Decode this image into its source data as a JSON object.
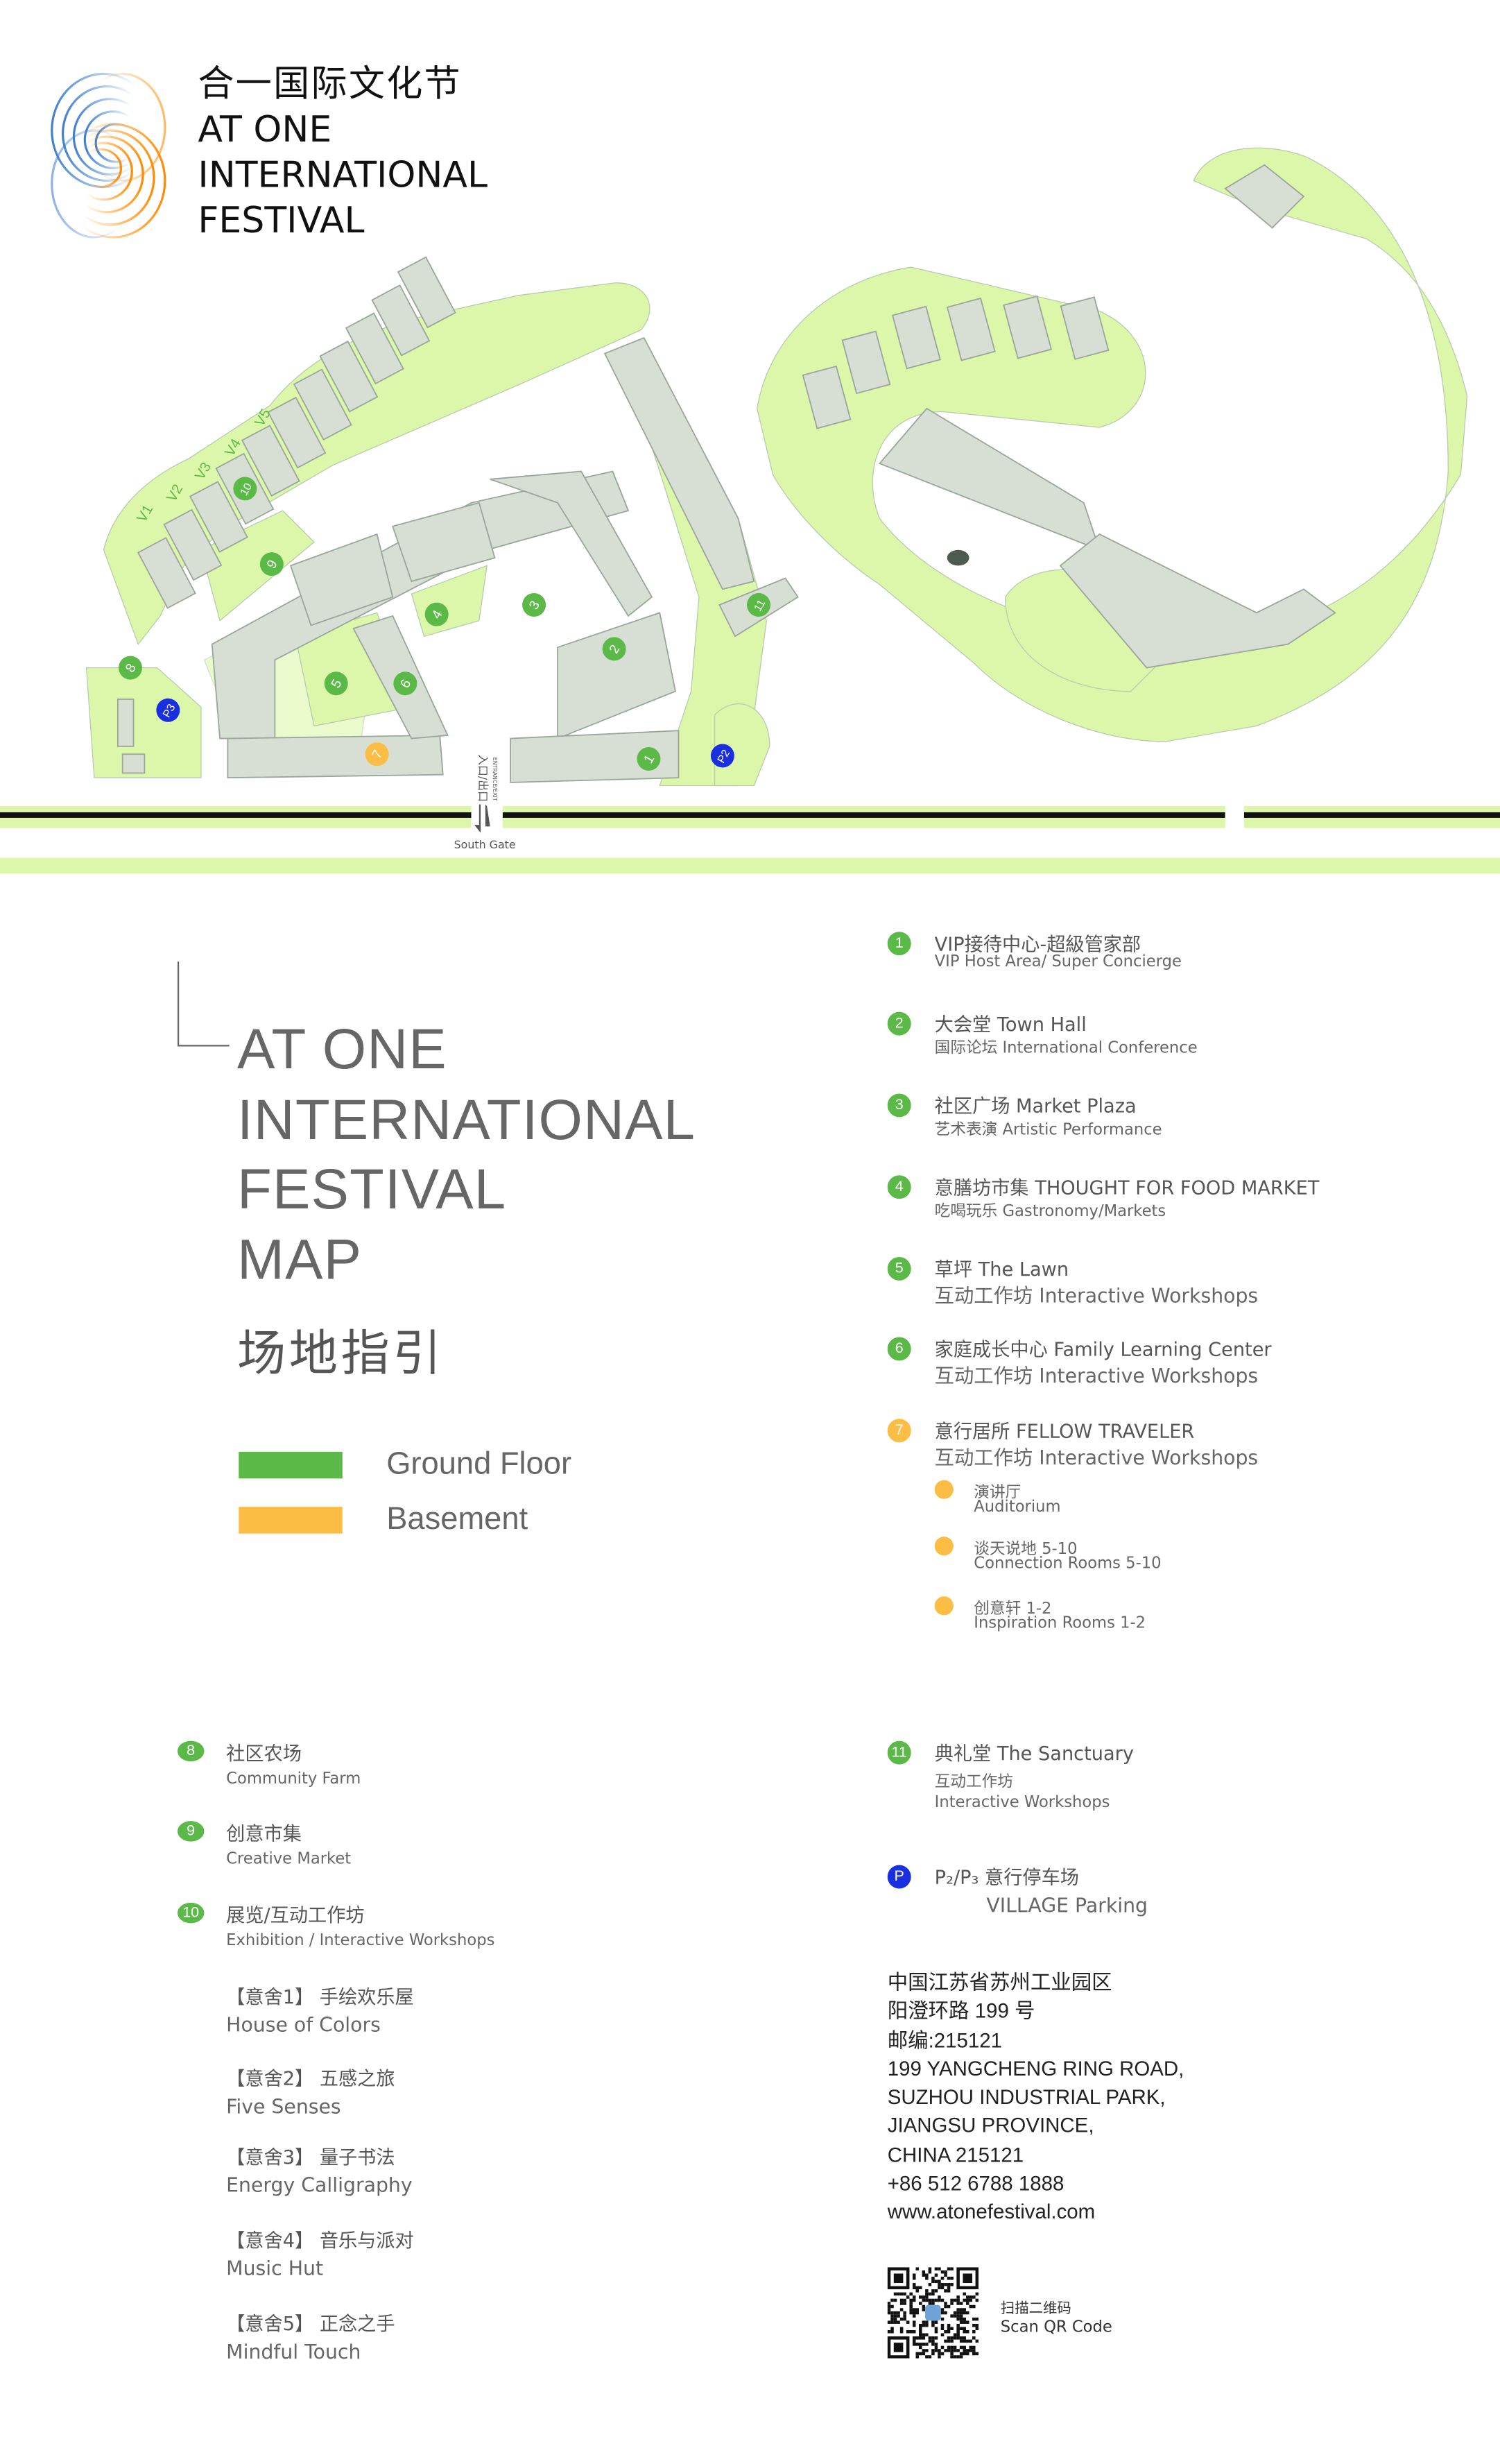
{
  "logo": {
    "cn": "合一国际文化节",
    "lines": [
      "AT ONE",
      "INTERNATIONAL",
      "FESTIVAL"
    ]
  },
  "map": {
    "markers": [
      "1",
      "2",
      "3",
      "4",
      "5",
      "6",
      "7",
      "8",
      "9",
      "10",
      "11",
      "P2",
      "P3"
    ],
    "villas": [
      "V1",
      "V2",
      "V3",
      "V4",
      "V5"
    ],
    "gate_cn": "入口/出口",
    "gate_en": "ENTRANCE/EXIT",
    "south_gate": "South Gate",
    "colors": {
      "ground": "#5bb947",
      "basement": "#fbbd44",
      "parking": "#1a2fe0",
      "lawn": "#dcf7aa",
      "building": "#d7ded4"
    }
  },
  "title": {
    "lines": [
      "AT ONE",
      "INTERNATIONAL",
      "FESTIVAL",
      "MAP"
    ],
    "cn": "场地指引"
  },
  "legend": [
    {
      "label": "Ground Floor",
      "color": "#5bb947"
    },
    {
      "label": "Basement",
      "color": "#fbbd44"
    }
  ],
  "venues": [
    {
      "num": "1",
      "title": "VIP接待中心-超級管家部",
      "sub": "VIP Host Area/ Super Concierge",
      "color": "#5bb947"
    },
    {
      "num": "2",
      "title": "大会堂 Town Hall",
      "sub": "国际论坛 International Conference",
      "color": "#5bb947"
    },
    {
      "num": "3",
      "title": "社区广场 Market Plaza",
      "sub": "艺术表演 Artistic Performance",
      "color": "#5bb947"
    },
    {
      "num": "4",
      "title": "意膳坊市集 THOUGHT FOR FOOD MARKET",
      "sub": "吃喝玩乐 Gastronomy/Markets",
      "color": "#5bb947"
    },
    {
      "num": "5",
      "title": "草坪 The Lawn",
      "sub": "互动工作坊 Interactive Workshops",
      "color": "#5bb947"
    },
    {
      "num": "6",
      "title": "家庭成长中心 Family Learning Center",
      "sub": "互动工作坊 Interactive Workshops",
      "color": "#5bb947"
    },
    {
      "num": "7",
      "title": "意行居所 FELLOW TRAVELER",
      "sub": "互动工作坊 Interactive Workshops",
      "color": "#fbbd44"
    }
  ],
  "venue7_rooms": [
    {
      "cn": "演讲厅",
      "en": "Auditorium"
    },
    {
      "cn": "谈天说地 5-10",
      "en": "Connection Rooms 5-10"
    },
    {
      "cn": "创意轩 1-2",
      "en": "Inspiration Rooms 1-2"
    }
  ],
  "venues_left": [
    {
      "num": "8",
      "title": "社区农场",
      "sub": "Community Farm"
    },
    {
      "num": "9",
      "title": "创意市集",
      "sub": "Creative  Market"
    },
    {
      "num": "10",
      "title": "展览/互动工作坊",
      "sub": "Exhibition / Interactive Workshops"
    }
  ],
  "huts": [
    {
      "cn": "【意舍1】 手绘欢乐屋",
      "en": "House of Colors"
    },
    {
      "cn": "【意舍2】 五感之旅",
      "en": "Five Senses"
    },
    {
      "cn": "【意舍3】 量子书法",
      "en": "Energy Calligraphy"
    },
    {
      "cn": "【意舍4】 音乐与派对",
      "en": "Music Hut"
    },
    {
      "cn": "【意舍5】 正念之手",
      "en": "Mindful Touch"
    }
  ],
  "sanctuary": {
    "num": "11",
    "title": "典礼堂 The Sanctuary",
    "sub_cn": "互动工作坊",
    "sub_en": "Interactive Workshops"
  },
  "parking": {
    "badge": "P",
    "title": "P₂/P₃ 意行停车场",
    "sub": "VILLAGE Parking"
  },
  "address": [
    "中国江苏省苏州工业园区",
    "阳澄环路 199 号",
    "邮编:215121",
    "199 YANGCHENG RING ROAD,",
    "SUZHOU INDUSTRIAL PARK,",
    "JIANGSU PROVINCE,",
    "CHINA  215121",
    "+86 512 6788 1888",
    "www.atonefestival.com"
  ],
  "qr": {
    "cn": "扫描二维码",
    "en": "Scan QR Code"
  }
}
